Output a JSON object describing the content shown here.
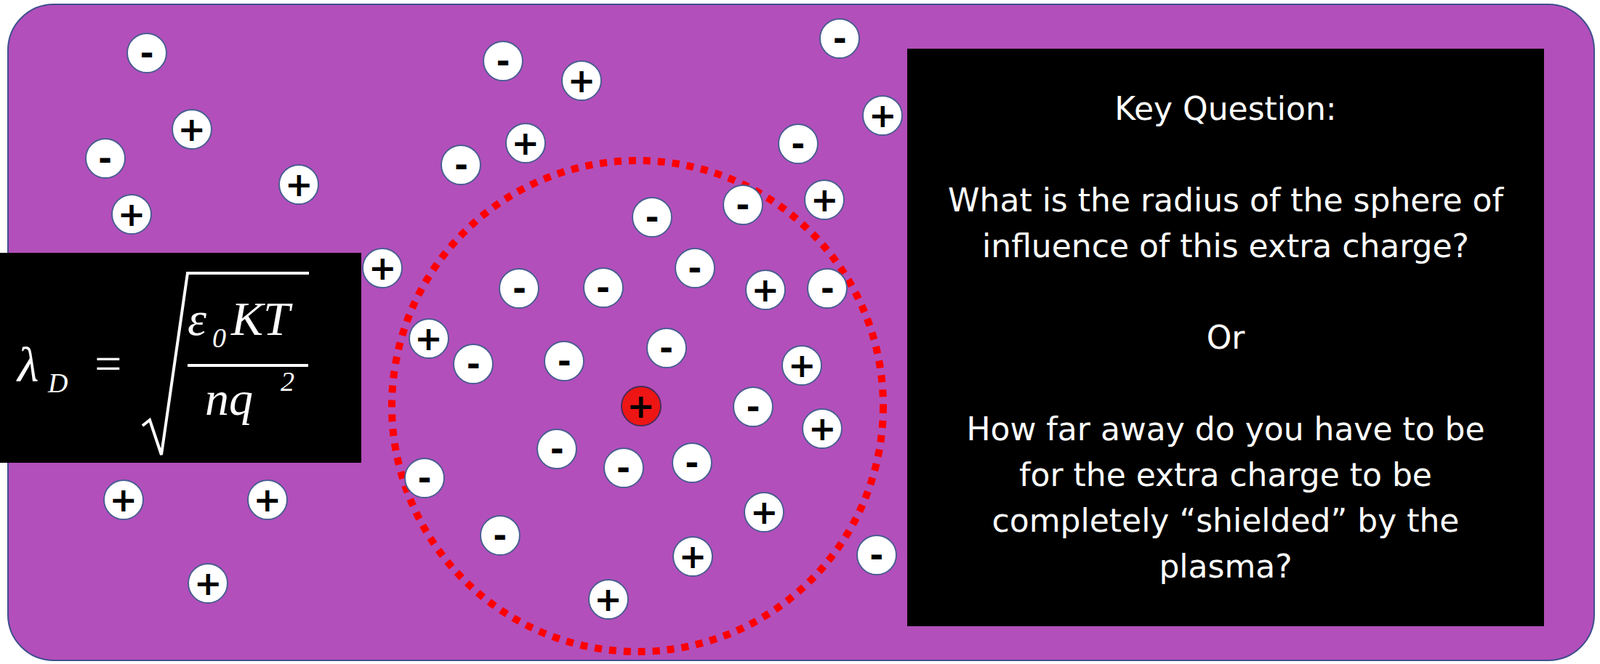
{
  "diagram": {
    "nodes": [
      {
        "text": [
          "λ",
          "D",
          "=",
          "ε",
          "0",
          "KT",
          "nq",
          "2"
        ]
      },
      {
        "text": [
          "Key Question:",
          "What is the radius of the sphere of influence of this extra charge?",
          "Or",
          "How far away do you have to be for the extra charge to be completely “shielded” by the plasma?"
        ]
      },
      {
        "text": [
          "-"
        ]
      },
      {
        "text": [
          "-"
        ]
      },
      {
        "text": [
          "-"
        ]
      },
      {
        "text": [
          "+"
        ]
      },
      {
        "text": [
          "+"
        ]
      },
      {
        "text": [
          "+"
        ]
      },
      {
        "text": [
          "+"
        ]
      },
      {
        "text": [
          "-"
        ]
      },
      {
        "text": [
          "-"
        ]
      },
      {
        "text": [
          "-"
        ]
      },
      {
        "text": [
          "+"
        ]
      },
      {
        "text": [
          "+"
        ]
      },
      {
        "text": [
          "-"
        ]
      },
      {
        "text": [
          "+"
        ]
      },
      {
        "text": [
          "-"
        ]
      },
      {
        "text": [
          "+"
        ]
      },
      {
        "text": [
          "-"
        ]
      },
      {
        "text": [
          "-"
        ]
      },
      {
        "text": [
          "-"
        ]
      },
      {
        "text": [
          "-"
        ]
      },
      {
        "text": [
          "+"
        ]
      },
      {
        "text": [
          "+"
        ]
      },
      {
        "text": [
          "-"
        ]
      },
      {
        "text": [
          "-"
        ]
      },
      {
        "text": [
          "-"
        ]
      },
      {
        "text": [
          "+"
        ]
      },
      {
        "text": [
          "+"
        ]
      },
      {
        "text": [
          "-"
        ]
      },
      {
        "text": [
          "+"
        ]
      },
      {
        "text": [
          "-"
        ]
      },
      {
        "text": [
          "-"
        ]
      },
      {
        "text": [
          "-"
        ]
      },
      {
        "text": [
          "-"
        ]
      },
      {
        "text": [
          "+"
        ]
      },
      {
        "text": [
          "+"
        ]
      },
      {
        "text": [
          "+"
        ]
      },
      {
        "text": [
          "-"
        ]
      },
      {
        "text": [
          "-"
        ]
      },
      {
        "text": [
          "+"
        ]
      },
      {
        "text": [
          "+"
        ]
      },
      {
        "text": [
          "+"
        ]
      }
    ]
  }
}
